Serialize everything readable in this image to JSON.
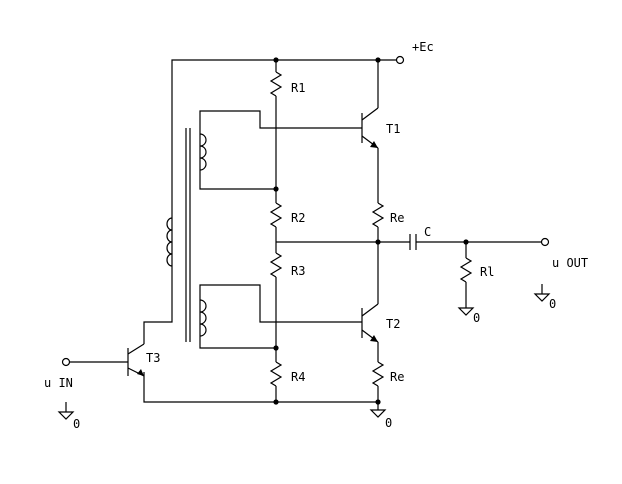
{
  "labels": {
    "supply": "+Ec",
    "r1": "R1",
    "r2": "R2",
    "r3": "R3",
    "r4": "R4",
    "t1": "T1",
    "t2": "T2",
    "t3": "T3",
    "re_top": "Re",
    "re_bottom": "Re",
    "capacitor": "C",
    "load": "Rl",
    "input": "u IN",
    "output": "u OUT",
    "gnd_in": "0",
    "gnd_re": "0",
    "gnd_load": "0",
    "gnd_out": "0"
  }
}
